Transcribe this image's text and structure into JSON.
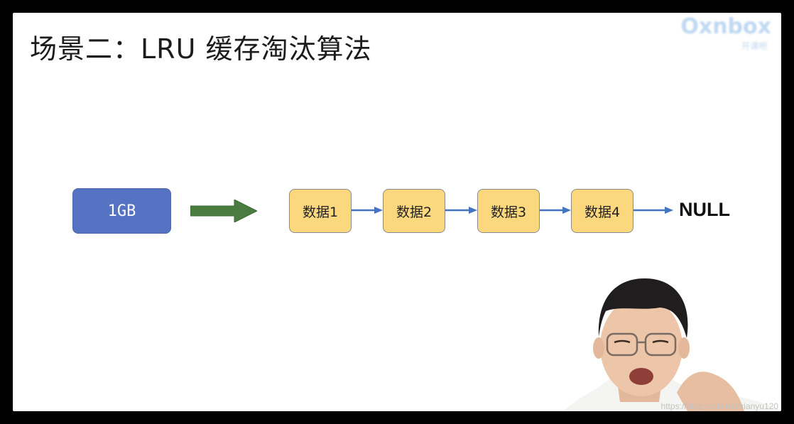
{
  "slide": {
    "title": "场景二：LRU 缓存淘汰算法",
    "logo": {
      "main": "Oxnbox",
      "sub": "开课吧"
    }
  },
  "diagram": {
    "source_label": "1GB",
    "nodes": [
      "数据1",
      "数据2",
      "数据3",
      "数据4"
    ],
    "terminal_label": "NULL"
  },
  "colors": {
    "source_box": "#5672c3",
    "big_arrow": "#4a7b3f",
    "node_fill": "#fbd77e",
    "link_arrow": "#4472c4"
  },
  "watermark": "https://blog.csdn.net/xianyu120"
}
